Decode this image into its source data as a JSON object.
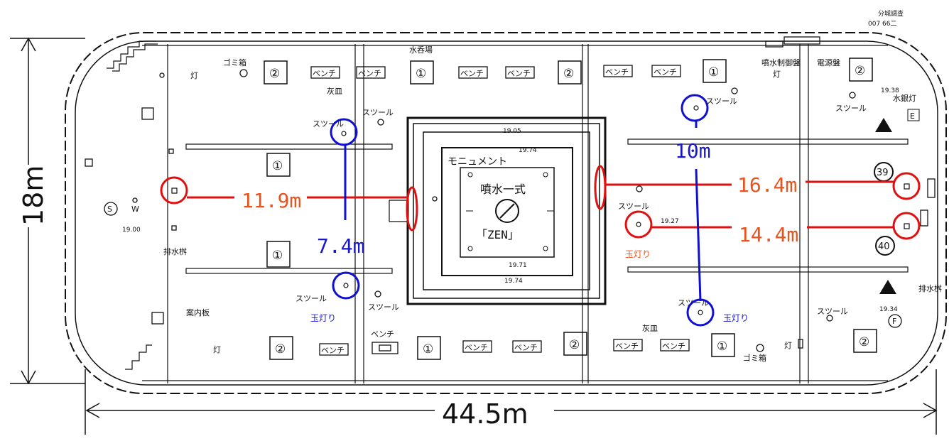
{
  "colors": {
    "red": "#e01010",
    "blue": "#1010d0",
    "red_text": "#e8541e",
    "blue_text": "#1818c8",
    "ink": "#111111"
  },
  "header": {
    "line1": "分城調査",
    "line2": "007 66二"
  },
  "dimensions": {
    "height": "18m",
    "width": "44.5m"
  },
  "monument": {
    "title": "モニュメント",
    "fountain": "噴水一式",
    "name": "「ZEN」",
    "elev_top": "19.05",
    "elev_inner_top": "19.74",
    "elev_inner_bottom": "19.71",
    "elev_bottom": "19.74"
  },
  "labels": {
    "stool": "スツール",
    "bench": "ベンチ",
    "trash": "ゴミ箱",
    "ashtray": "灰皿",
    "water_tap": "水呑場",
    "light": "灯",
    "fountain_control": "噴水制御盤",
    "power_panel": "電源盤",
    "water_light": "水銀灯",
    "drain": "排水桝",
    "signboard": "案内板",
    "sign_s": "S",
    "sign_w": "W",
    "sign_e": "E",
    "sign_f": "F",
    "num_1": "①",
    "num_2": "②",
    "num_39": "39",
    "num_40": "40",
    "elev_left": "19.00",
    "elev_right_mid": "19.27",
    "elev_right_top": "19.38",
    "elev_right_bottom": "19.34"
  },
  "annotations": {
    "red": [
      {
        "label": "11.9m"
      },
      {
        "label": "16.4m"
      },
      {
        "label": "14.4m"
      }
    ],
    "blue": [
      {
        "label": "7.4m"
      },
      {
        "label": "10m"
      }
    ],
    "tamaakari": "玉灯り"
  }
}
